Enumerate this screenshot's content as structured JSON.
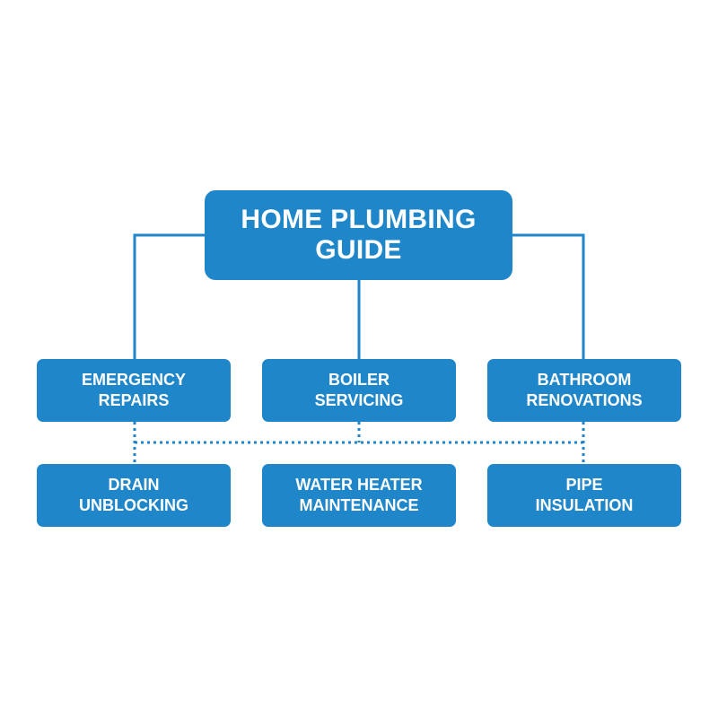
{
  "root": {
    "label": "HOME PLUMBING GUIDE"
  },
  "row1": [
    {
      "label": "EMERGENCY\nREPAIRS"
    },
    {
      "label": "BOILER\nSERVICING"
    },
    {
      "label": "BATHROOM\nRENOVATIONS"
    }
  ],
  "row2": [
    {
      "label": "DRAIN\nUNBLOCKING"
    },
    {
      "label": "WATER HEATER\nMAINTENANCE"
    },
    {
      "label": "PIPE\nINSULATION"
    }
  ],
  "colors": {
    "node_fill": "#1f86c9",
    "connector": "#1f86c9",
    "text": "#ffffff",
    "background": "#ffffff"
  }
}
